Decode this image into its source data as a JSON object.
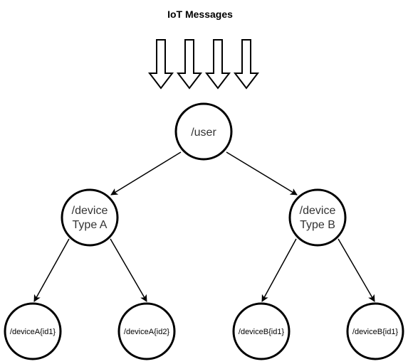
{
  "title": "IoT Messages",
  "nodes": {
    "root": {
      "label": "/user"
    },
    "type_a": {
      "line1": "/device",
      "line2": "Type A"
    },
    "type_b": {
      "line1": "/device",
      "line2": "Type B"
    },
    "a1": {
      "label": "/deviceA{id1}"
    },
    "a2": {
      "label": "/deviceA{id2}"
    },
    "b1": {
      "label": "/deviceB{id1}"
    },
    "b2": {
      "label": "/deviceB{id1}"
    }
  },
  "colors": {
    "stroke": "#000000",
    "fill": "#ffffff",
    "text": "#333333"
  },
  "icons": {
    "incoming": "down-arrow-outline-icon"
  }
}
